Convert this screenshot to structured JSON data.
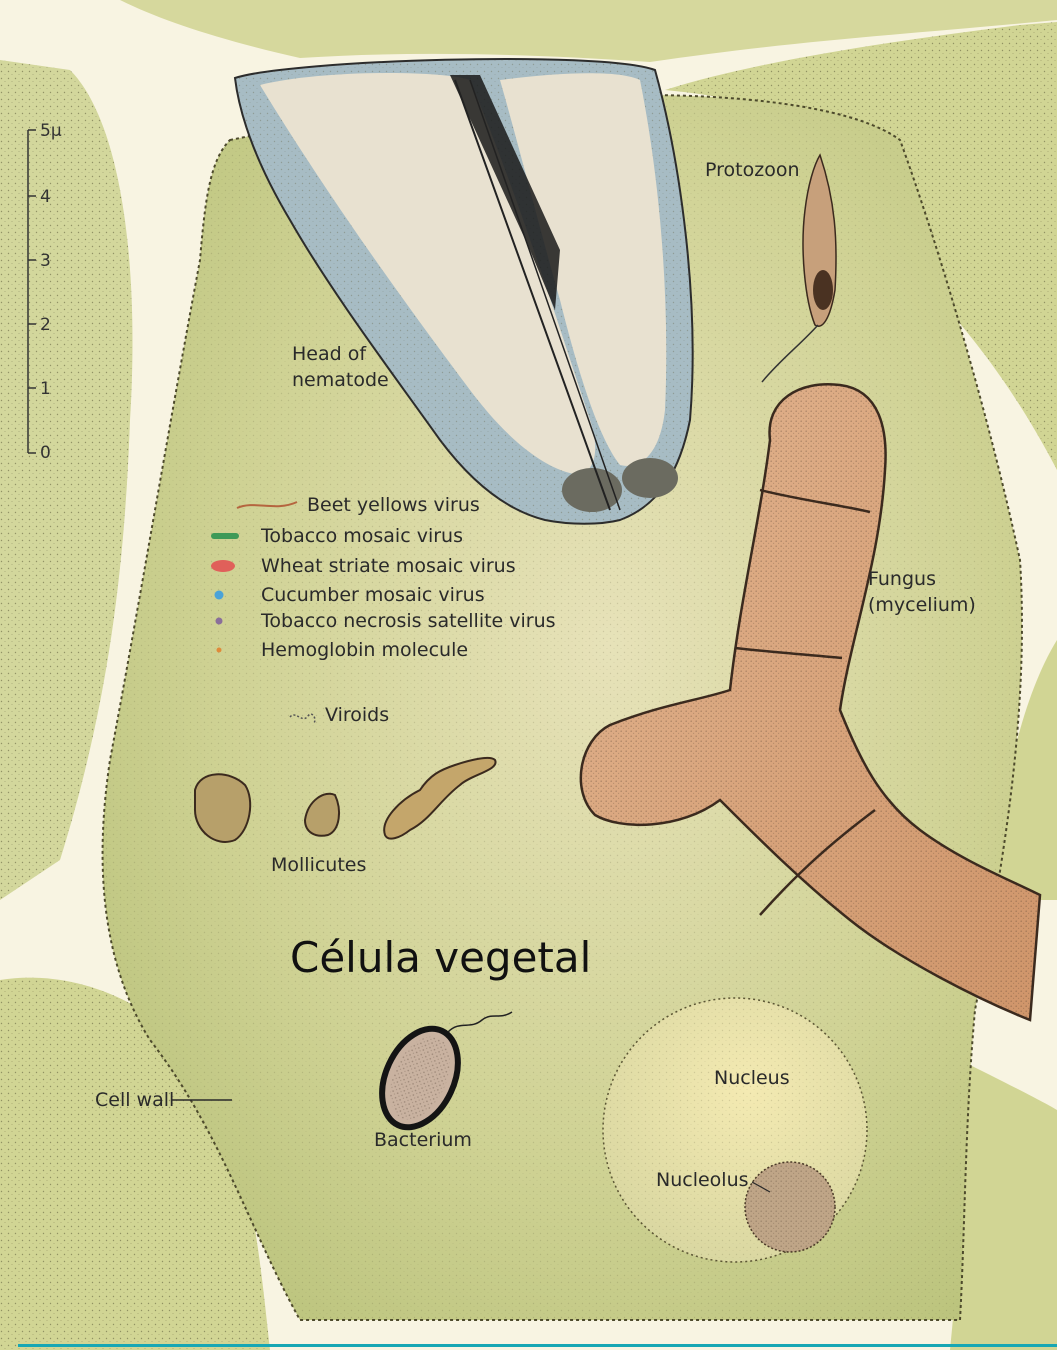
{
  "scale": {
    "unit_label": "5μ",
    "ticks": [
      "4",
      "3",
      "2",
      "1",
      "0"
    ]
  },
  "labels": {
    "nematode": [
      "Head of",
      "nematode"
    ],
    "protozoon": "Protozoon",
    "fungus": [
      "Fungus",
      "(mycelium)"
    ],
    "viroids": "Viroids",
    "mollicutes": "Mollicutes",
    "cell_wall": "Cell wall",
    "bacterium": "Bacterium",
    "nucleus": "Nucleus",
    "nucleolus": "Nucleolus"
  },
  "legend": [
    {
      "label": "Beet yellows virus",
      "color": "#b5653f"
    },
    {
      "label": "Tobacco mosaic virus",
      "color": "#3e9a58"
    },
    {
      "label": "Wheat striate mosaic virus",
      "color": "#e0605a"
    },
    {
      "label": "Cucumber mosaic virus",
      "color": "#4aa3d8"
    },
    {
      "label": "Tobacco necrosis satellite virus",
      "color": "#8a6f9a"
    },
    {
      "label": "Hemoglobin molecule",
      "color": "#e08a3a"
    }
  ],
  "caption": "Célula vegetal",
  "colors": {
    "cytoplasm": "#c9cf8e",
    "wall_gap": "#fbf8ec",
    "neighbor_cell": "#d6d89d",
    "nematode_body": "#e3dbc9",
    "nematode_shade": "#9cb6c1",
    "fungus": "#d8a277",
    "nucleus": "#e4dda6",
    "accent_rule": "#17a7b4"
  }
}
